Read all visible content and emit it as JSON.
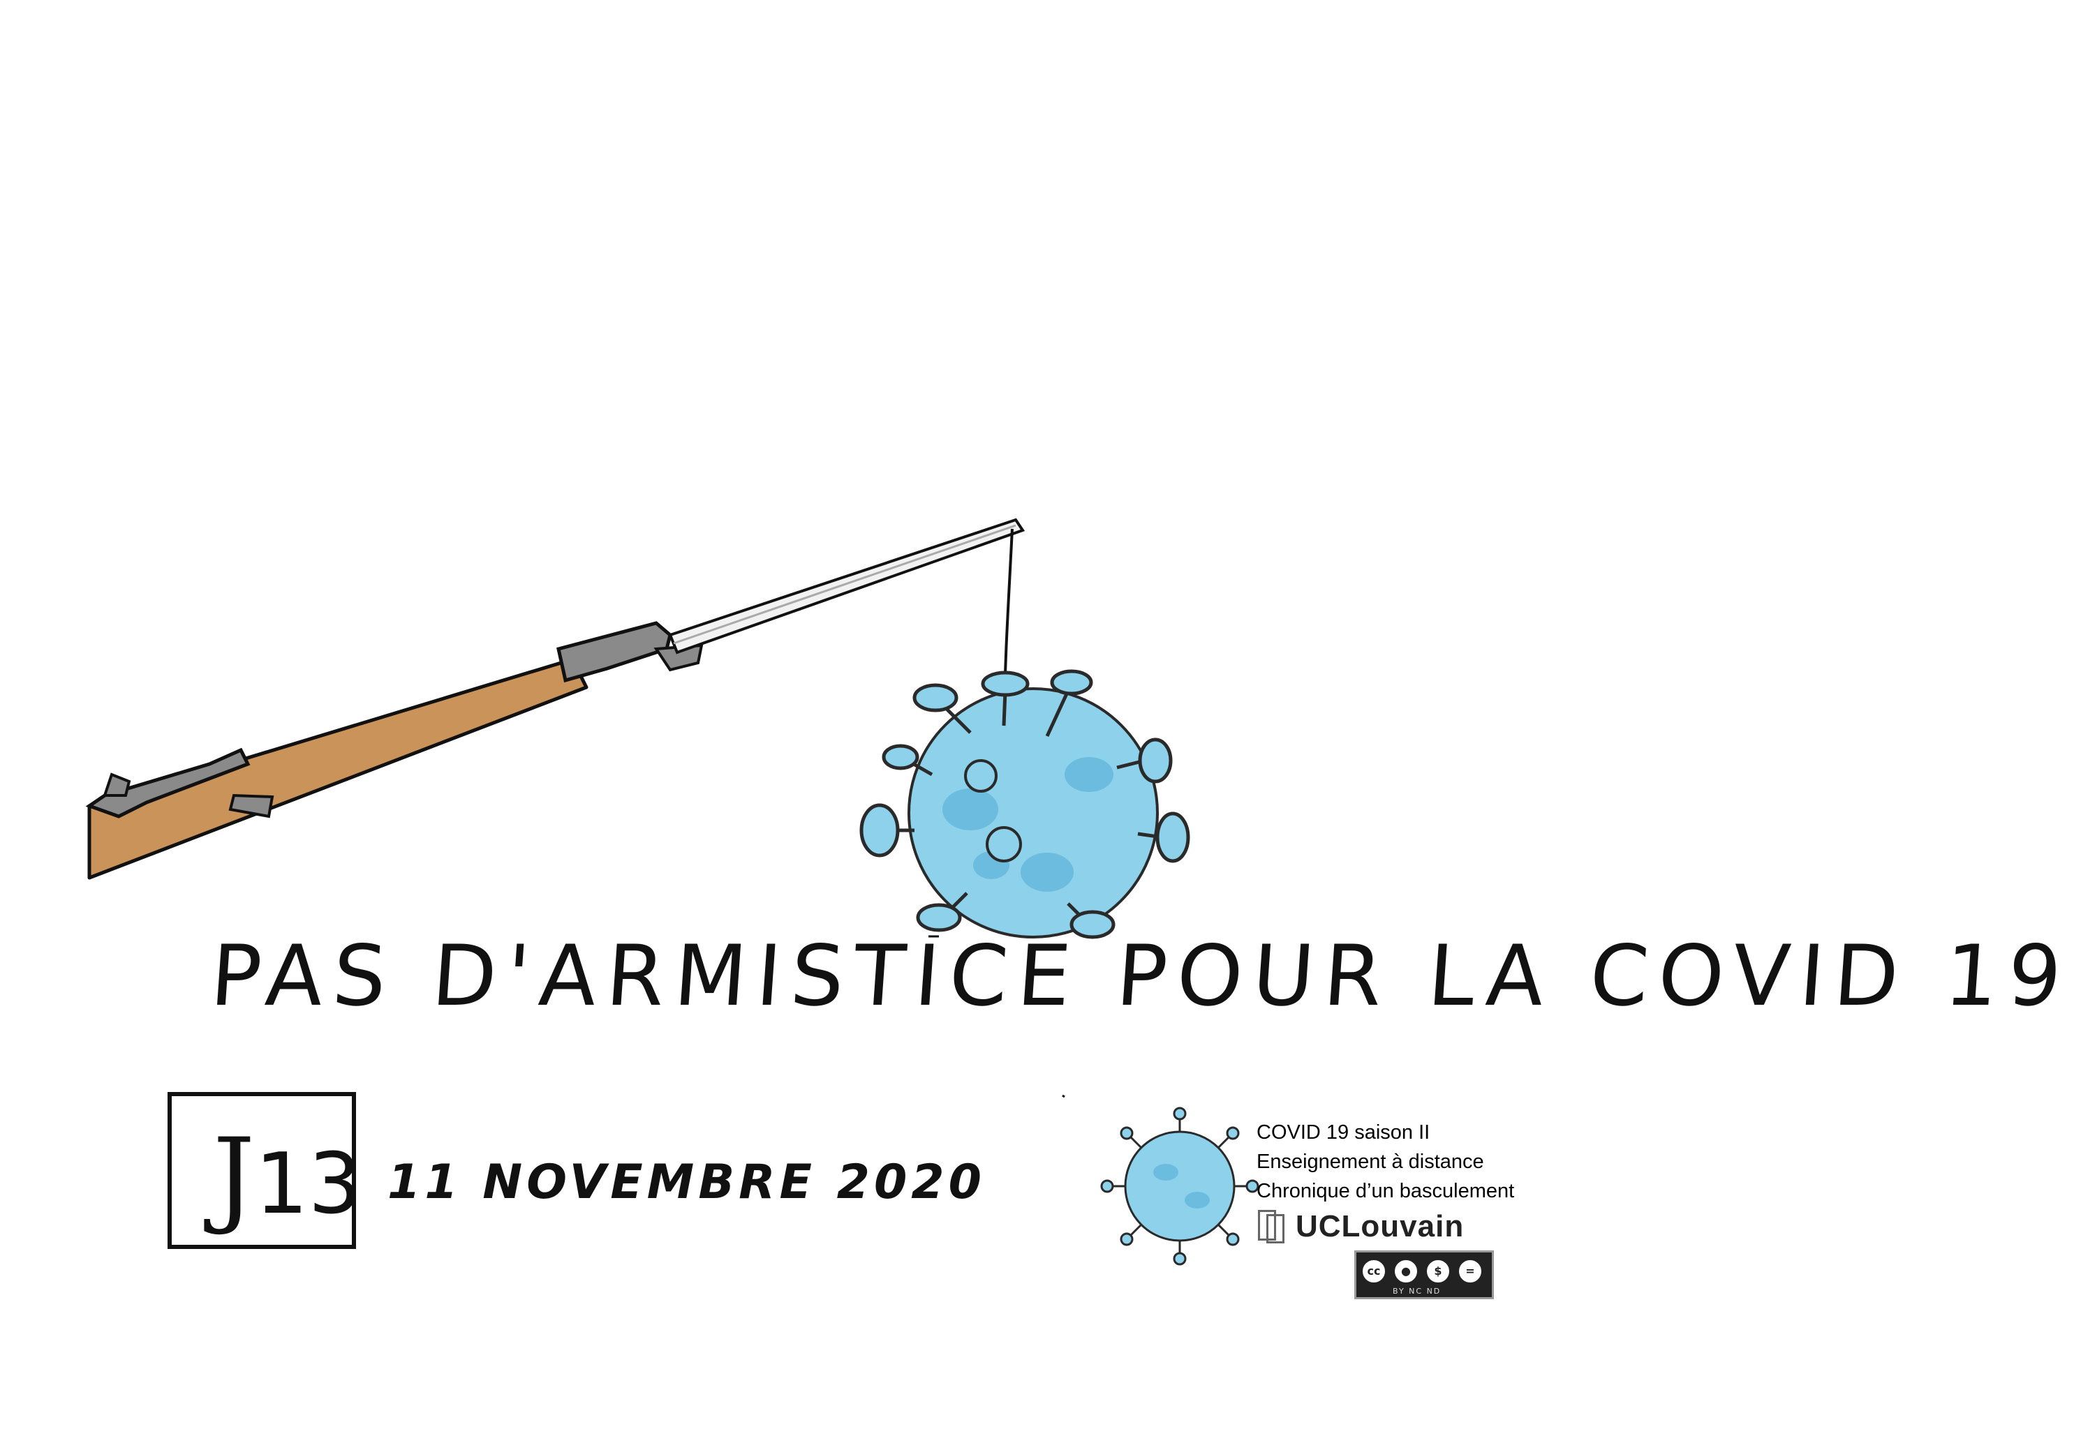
{
  "headline": "PAS D'ARMISTICE POUR LA COVID 19",
  "day_badge": {
    "letter": "J",
    "number": "13"
  },
  "date": "11 NOVEMBRE 2020",
  "credits": {
    "line1": "COVID 19 saison II",
    "line2": "Enseignement à distance",
    "line3": "Chronique d’un basculement"
  },
  "brand": "UCLouvain",
  "license": {
    "circle1": "cc",
    "labels": "BY  NC  ND"
  },
  "colors": {
    "rifle_stock": "#c9935a",
    "rifle_metal": "#8a8a8a",
    "virus_fill": "#8ed1ea",
    "virus_stroke": "#3a8fb7",
    "virus_spot": "#4aa7d6"
  },
  "icons": [
    "rifle-icon",
    "virus-icon",
    "virus-logo-icon",
    "uclouvain-logo-icon",
    "creative-commons-icon"
  ]
}
